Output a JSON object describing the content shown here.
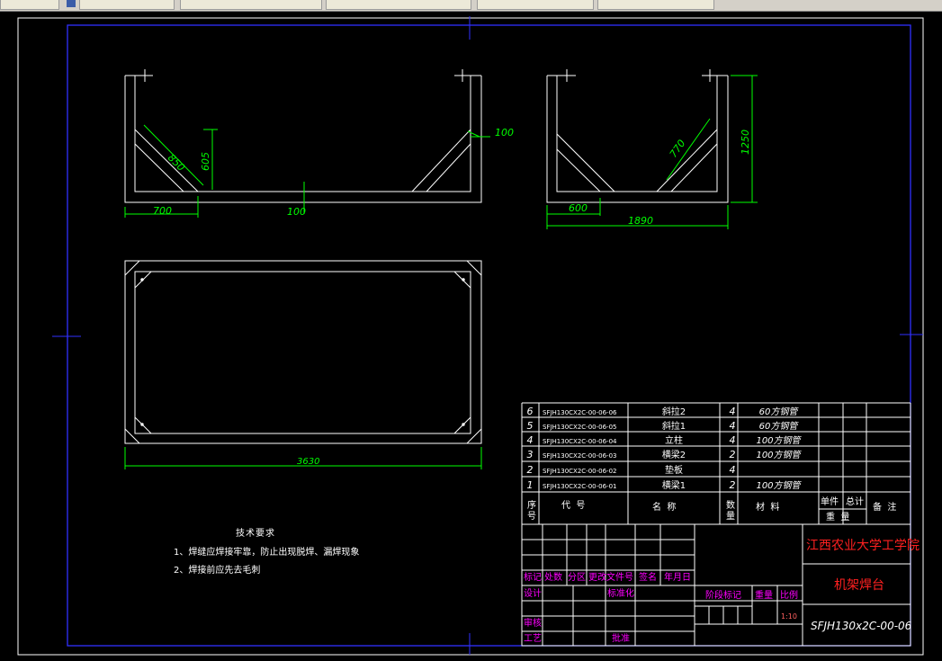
{
  "views": {
    "front": {
      "dims": {
        "diag": "850",
        "vert": "605",
        "width": "700",
        "plate": "100",
        "thick": "100"
      }
    },
    "side": {
      "dims": {
        "diag": "770",
        "height": "1250",
        "width": "600",
        "overall": "1890"
      }
    },
    "top": {
      "dims": {
        "length": "3630"
      }
    }
  },
  "tech_requirements": {
    "title": "技术要求",
    "items": [
      "1、焊缝应焊接牢靠，防止出现脱焊、漏焊现象",
      "2、焊接前应先去毛刺"
    ]
  },
  "parts_list": {
    "rows": [
      {
        "no": "6",
        "code": "SFJH130CX2C-00-06-06",
        "name": "斜拉2",
        "qty": "4",
        "material": "60方钢管"
      },
      {
        "no": "5",
        "code": "SFJH130CX2C-00-06-05",
        "name": "斜拉1",
        "qty": "4",
        "material": "60方钢管"
      },
      {
        "no": "4",
        "code": "SFJH130CX2C-00-06-04",
        "name": "立柱",
        "qty": "4",
        "material": "100方钢管"
      },
      {
        "no": "3",
        "code": "SFJH130CX2C-00-06-03",
        "name": "横梁2",
        "qty": "2",
        "material": "100方钢管"
      },
      {
        "no": "2",
        "code": "SFJH130CX2C-00-06-02",
        "name": "垫板",
        "qty": "4",
        "material": ""
      },
      {
        "no": "1",
        "code": "SFJH130CX2C-00-06-01",
        "name": "横梁1",
        "qty": "2",
        "material": "100方钢管"
      }
    ],
    "header": {
      "no": "序号",
      "code": "代  号",
      "name": "名  称",
      "qty": "数量",
      "material": "材  料",
      "unit_weight": "单件",
      "total_weight": "总计",
      "weight": "重  量",
      "remarks": "备  注"
    }
  },
  "title_block": {
    "school": "江西农业大学工学院",
    "part_name": "机架焊台",
    "drawing_no": "SFJH130x2C-00-06",
    "scale": "1:10",
    "labels": {
      "mark": "标记",
      "count": "处数",
      "zone": "分区",
      "change_doc": "更改文件号",
      "sign": "签名",
      "date": "年月日",
      "design": "设计",
      "standardize": "标准化",
      "stage_mark": "阶段标记",
      "weight": "重量",
      "scale": "比例",
      "review": "审核",
      "process": "工艺",
      "approve": "批准"
    }
  }
}
